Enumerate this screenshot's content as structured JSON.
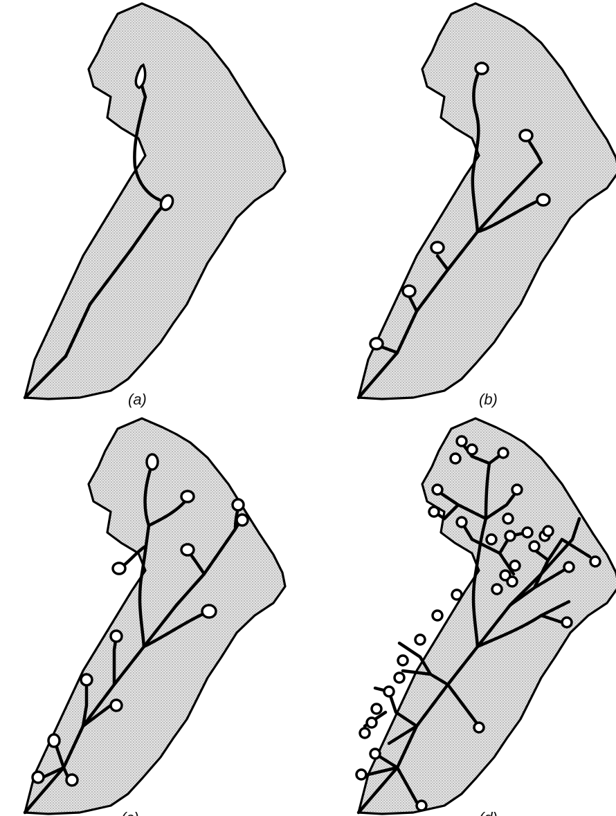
{
  "colors": {
    "region_fill": "dotted-gray",
    "outline": "#000000",
    "tip_fill": "#ffffff"
  },
  "panels": [
    {
      "label": "(a)"
    },
    {
      "label": "(b)"
    },
    {
      "label": "(c)"
    },
    {
      "label": "(d)"
    }
  ]
}
